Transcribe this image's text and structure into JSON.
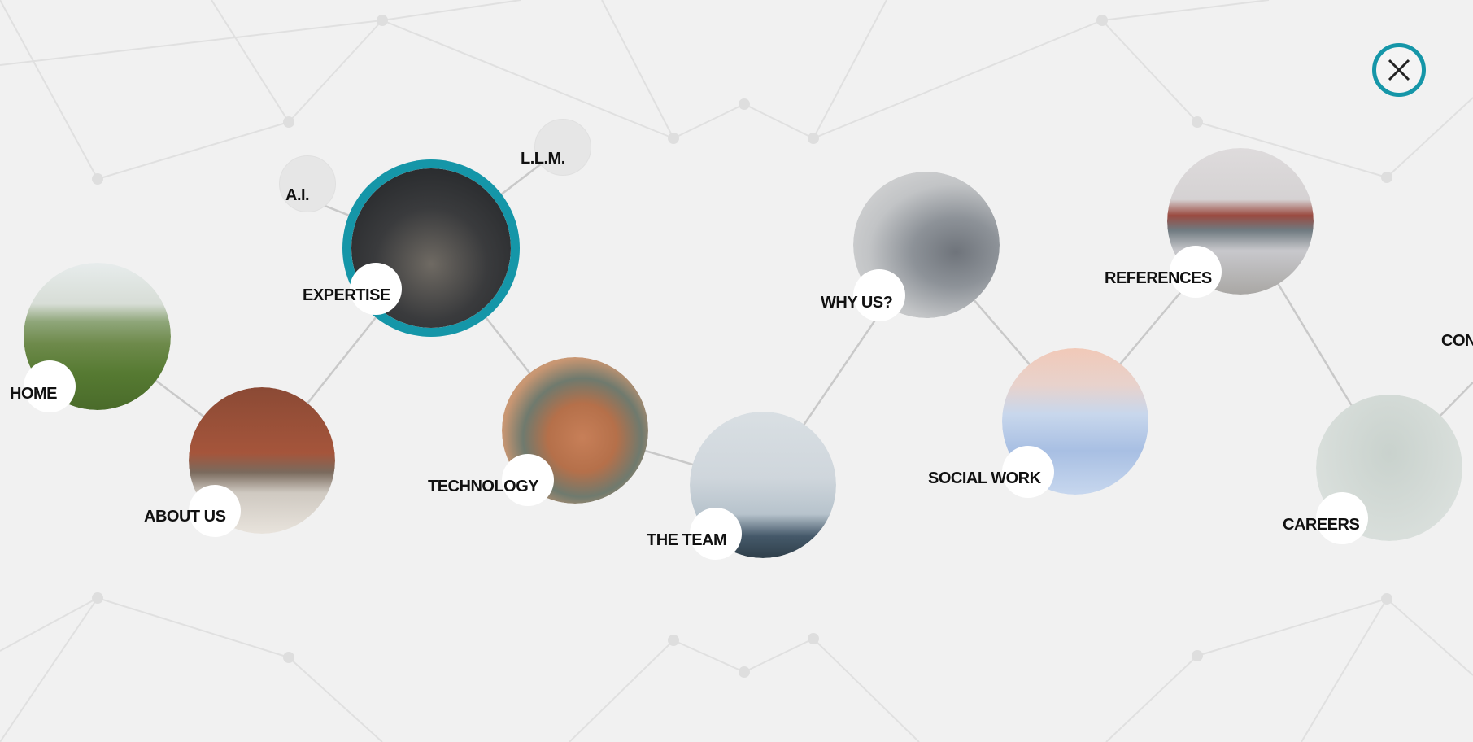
{
  "menu": {
    "close_icon": "close-icon",
    "accent_color": "#1596a8",
    "active_item": "EXPERTISE",
    "items": [
      {
        "label": "HOME"
      },
      {
        "label": "ABOUT US"
      },
      {
        "label": "EXPERTISE"
      },
      {
        "label": "TECHNOLOGY"
      },
      {
        "label": "THE TEAM"
      },
      {
        "label": "WHY US?"
      },
      {
        "label": "SOCIAL WORK"
      },
      {
        "label": "REFERENCES"
      },
      {
        "label": "CAREERS"
      },
      {
        "label": "CON"
      }
    ],
    "subitems": [
      {
        "label": "A.I."
      },
      {
        "label": "L.L.M."
      }
    ]
  }
}
